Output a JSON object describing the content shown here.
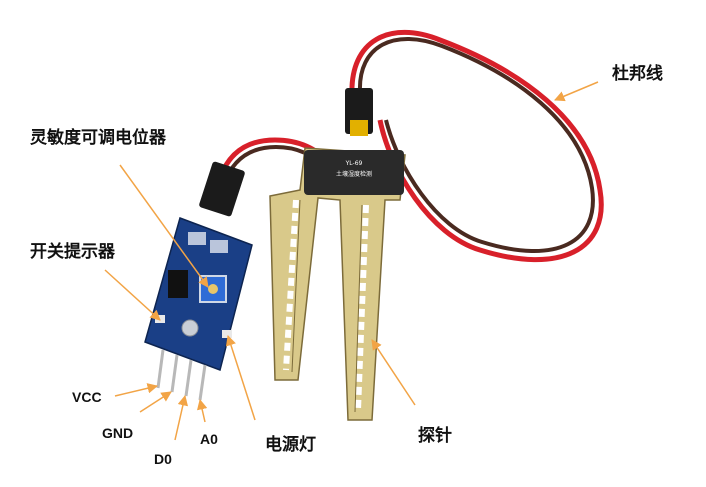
{
  "labels": {
    "dupont_wire": "杜邦线",
    "potentiometer": "灵敏度可调电位器",
    "switch_indicator": "开关提示器",
    "power_led": "电源灯",
    "probe": "探针",
    "pins": {
      "vcc": "VCC",
      "gnd": "GND",
      "d0": "D0",
      "a0": "A0"
    }
  },
  "board_text": {
    "model": "YL-69",
    "line1": "土壤湿度检测"
  },
  "colors": {
    "arrow": "#f2a446",
    "wire_red": "#d8202a",
    "wire_dark": "#4a2a20",
    "pcb_blue": "#1a3f86",
    "probe_gold": "#d9c98a",
    "probe_pcb": "#2a2a2a"
  }
}
